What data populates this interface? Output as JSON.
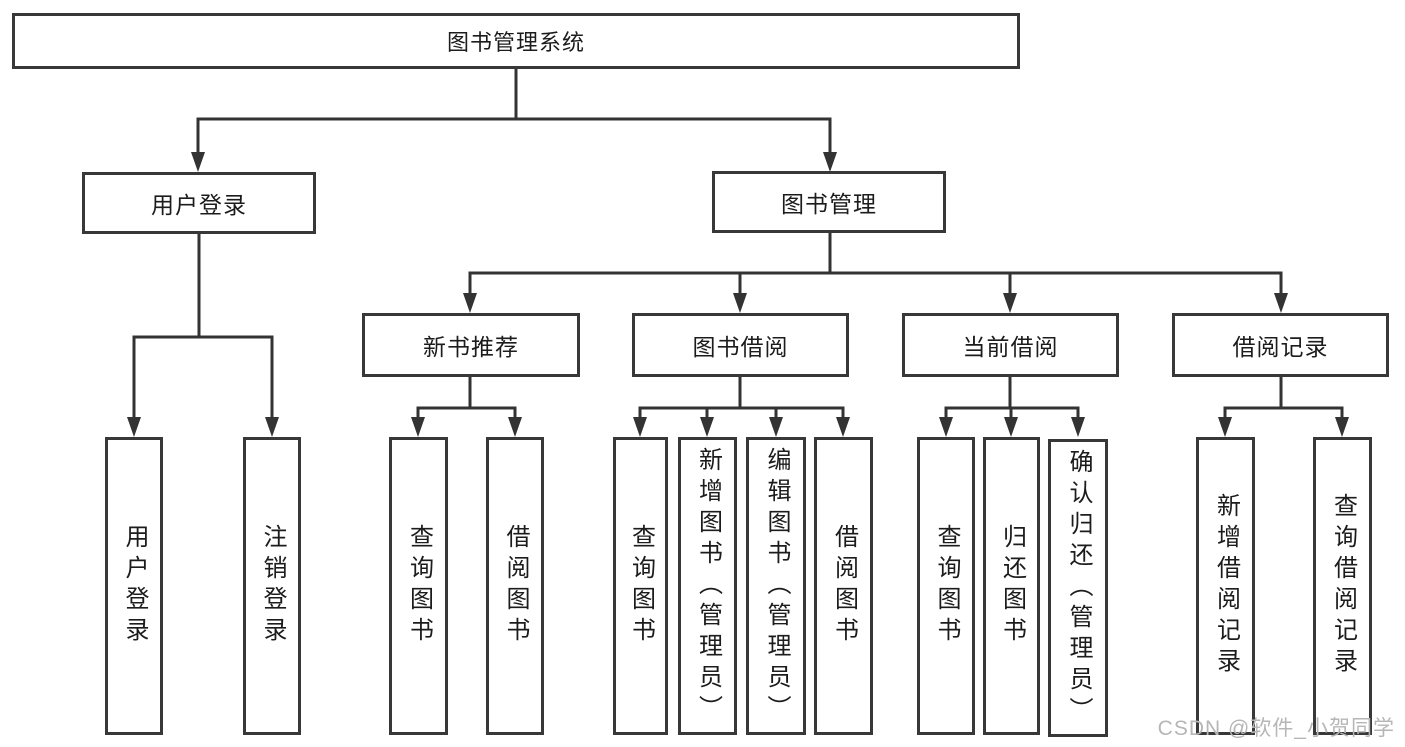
{
  "nodes": {
    "root": "图书管理系统",
    "user_branch": "用户登录",
    "book_branch": "图书管理",
    "user_login": "用户登录",
    "logout": "注销登录",
    "new_book": "新书推荐",
    "book_borrow": "图书借阅",
    "current_borrow": "当前借阅",
    "borrow_records": "借阅记录",
    "nb_query": "查询图书",
    "nb_borrow": "借阅图书",
    "bb_query": "查询图书",
    "bb_add": "新增图书（管理员）",
    "bb_edit": "编辑图书（管理员）",
    "bb_borrow": "借阅图书",
    "cb_query": "查询图书",
    "cb_return": "归还图书",
    "cb_confirm": "确认归还（管理员）",
    "br_add": "新增借阅记录",
    "br_query": "查询借阅记录"
  },
  "watermark": "CSDN @软件_小贺同学",
  "colors": {
    "line": "#363636",
    "border": "#383838",
    "text": "#1c1c1c",
    "background": "#ffffff",
    "watermark": "#b6b6b6"
  }
}
